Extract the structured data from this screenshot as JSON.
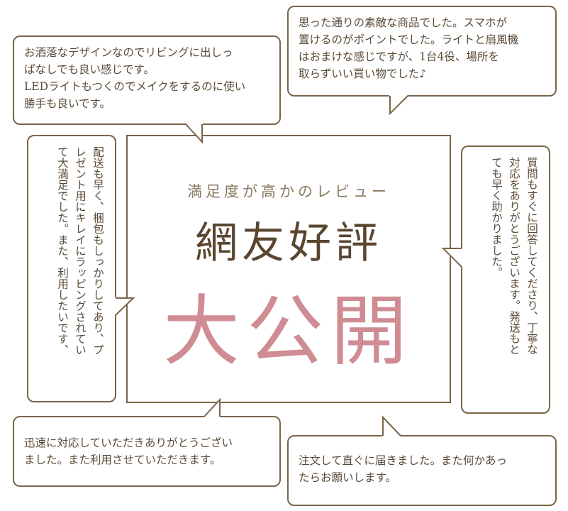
{
  "center": {
    "subtitle": "満足度が高かのレビュー",
    "title": "網友好評",
    "headline": "大公開"
  },
  "reviews": {
    "top_left": [
      "お洒落なデザインなのでリビングに出しっ",
      "ぱなしでも良い感じです。",
      "LEDライトもつくのでメイクをするのに使い",
      "勝手も良いです。"
    ],
    "top_right": [
      "思った通りの素敵な商品でした。スマホが",
      "置けるのがポイントでした。ライトと扇風機",
      "はおまけな感じですが、1台4役、場所を",
      "取らずいい買い物でした♪"
    ],
    "left": [
      "配送も早く、梱包もしっかりしてあり、プ",
      "レゼント用にキレイにラッピングされてい",
      "て大満足でした。また、利用したいです、"
    ],
    "right": [
      "質問もすぐに回答してくださり、丁寧な",
      "対応をありがとうございます。発送もと",
      "ても早く助かりました。"
    ],
    "bottom_left": [
      "迅速に対応していただきありがとうござい",
      "ました。また利用させていただきます。"
    ],
    "bottom_right": [
      "注文して直ぐに届きました。また何かあっ",
      "たらお願いします。"
    ]
  },
  "colors": {
    "border": "#7a6548",
    "text": "#5b4a38",
    "accent_pink": "#cf8c92"
  }
}
